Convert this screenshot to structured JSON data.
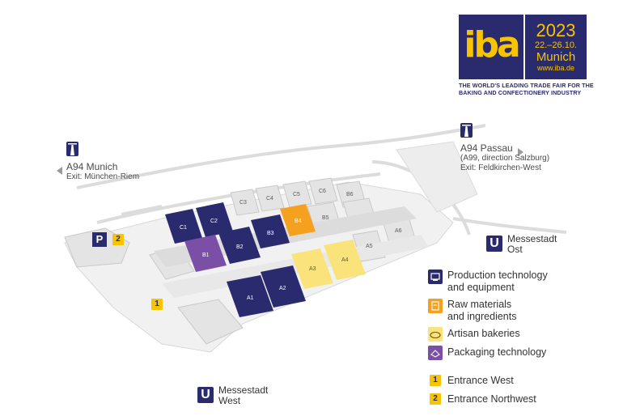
{
  "logo": {
    "brand": "iba",
    "year": "2023",
    "dates": "22.–26.10.",
    "city": "Munich",
    "website": "www.iba.de",
    "tagline_line1": "THE WORLD'S LEADING TRADE FAIR FOR THE",
    "tagline_line2": "BAKING AND CONFECTIONERY INDUSTRY"
  },
  "highways": {
    "west": {
      "name": "A94 Munich",
      "exit": "Exit: München-Riem",
      "icon": "motorway-icon"
    },
    "east": {
      "name": "A94 Passau",
      "direction": "(A99, direction Salzburg)",
      "exit": "Exit: Feldkirchen-West",
      "icon": "motorway-icon"
    }
  },
  "stations": {
    "east": {
      "badge": "U",
      "line1": "Messestadt",
      "line2": "Ost"
    },
    "west": {
      "badge": "U",
      "line1": "Messestadt",
      "line2": "West"
    }
  },
  "parking": {
    "label": "P",
    "entrance_badge": "2"
  },
  "entrance_marker_west": "1",
  "halls": {
    "navy": [
      "C1",
      "C2",
      "B2",
      "B3",
      "A1",
      "A2"
    ],
    "purple": [
      "B1"
    ],
    "orange": [
      "B4"
    ],
    "yellow": [
      "A3",
      "A4"
    ],
    "grey": [
      "C3",
      "C4",
      "C5",
      "C6",
      "B5",
      "B6",
      "A5",
      "A6"
    ]
  },
  "legend": {
    "categories": [
      {
        "line1": "Production technology",
        "line2": "and equipment",
        "color": "#2a2a6e",
        "icon": "machine-icon"
      },
      {
        "line1": "Raw materials",
        "line2": "and ingredients",
        "color": "#f5a01f",
        "icon": "ingredients-icon"
      },
      {
        "line1": "Artisan bakeries",
        "line2": "",
        "color": "#f9e37a",
        "icon": "bread-icon"
      },
      {
        "line1": "Packaging technology",
        "line2": "",
        "color": "#7b4fa6",
        "icon": "packaging-icon"
      }
    ],
    "entrances": [
      {
        "number": "1",
        "label": "Entrance West"
      },
      {
        "number": "2",
        "label": "Entrance Northwest"
      }
    ]
  },
  "colors": {
    "navy": "#2a2a6e",
    "orange": "#f5a01f",
    "yellow": "#f9e37a",
    "purple": "#7b4fa6",
    "grey_hall": "#e4e4e4",
    "accent_yellow": "#f6c400"
  }
}
